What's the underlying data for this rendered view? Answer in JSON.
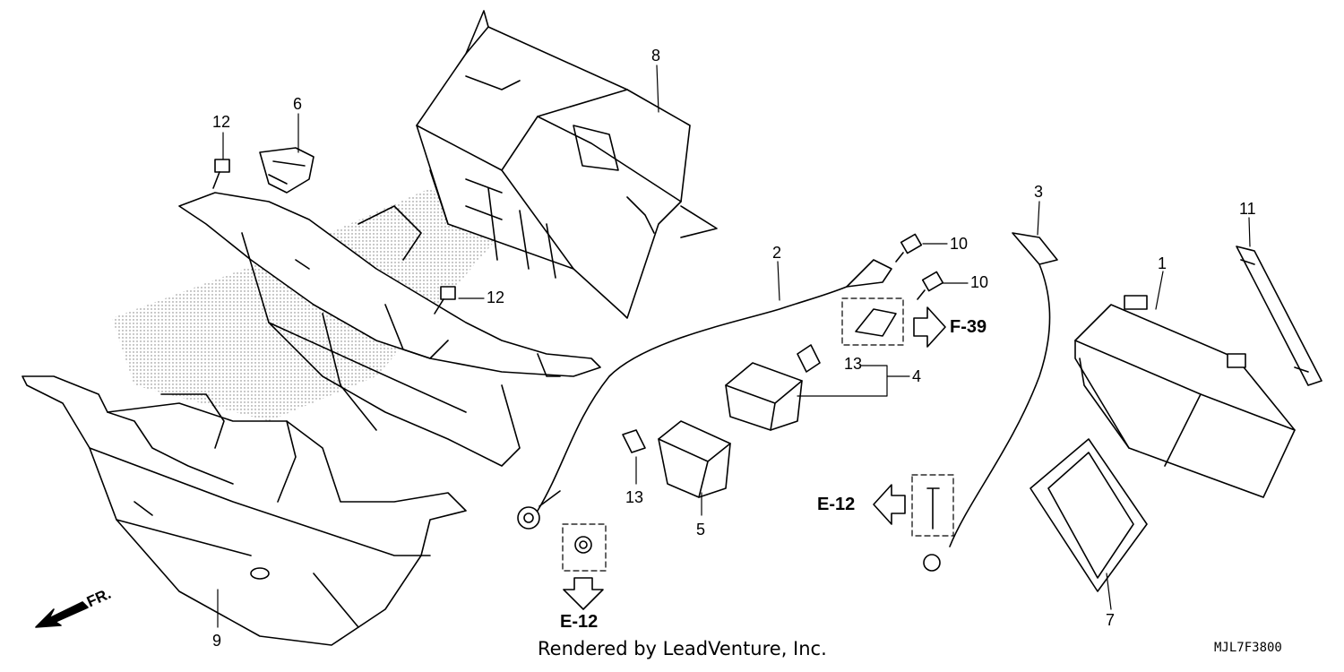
{
  "callouts": [
    "1",
    "2",
    "3",
    "4",
    "5",
    "6",
    "7",
    "8",
    "9",
    "10",
    "10",
    "11",
    "12",
    "12",
    "13",
    "13"
  ],
  "refs": {
    "f39": "F-39",
    "e12_right": "E-12",
    "e12_bottom": "E-12"
  },
  "direction_label": "FR.",
  "credit": "Rendered by LeadVenture, Inc.",
  "diagram_code": "MJL7F3800"
}
